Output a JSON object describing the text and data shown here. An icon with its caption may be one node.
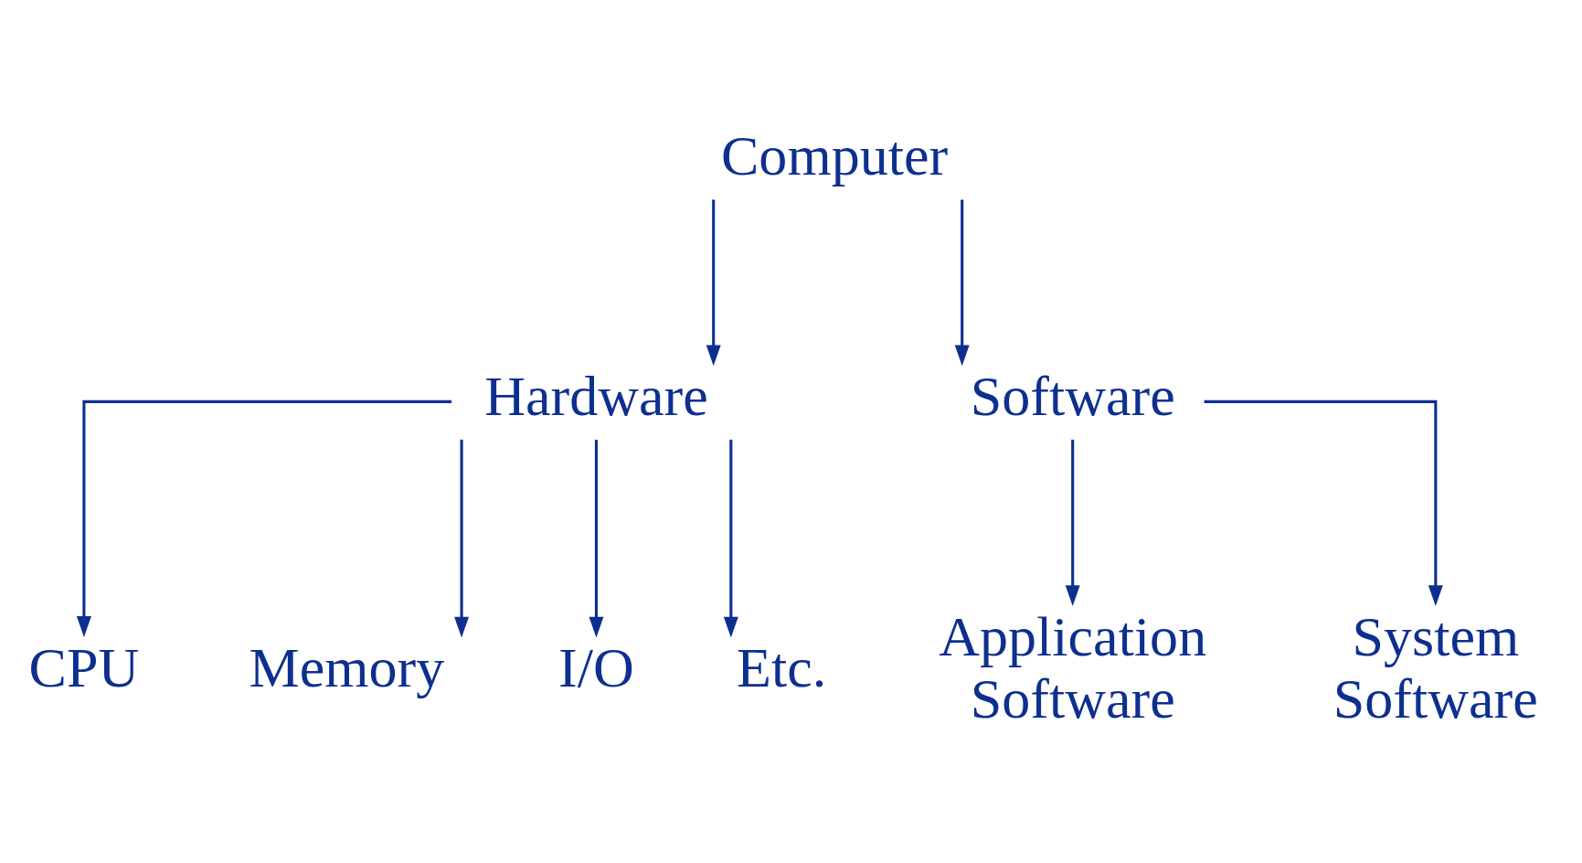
{
  "diagram": {
    "nodes": [
      {
        "text": [
          "Computer"
        ]
      },
      {
        "text": [
          "Hardware"
        ]
      },
      {
        "text": [
          "Software"
        ]
      },
      {
        "text": [
          "CPU"
        ]
      },
      {
        "text": [
          "Memory"
        ]
      },
      {
        "text": [
          "I/O"
        ]
      },
      {
        "text": [
          "Etc."
        ]
      },
      {
        "text": [
          "Application Software"
        ]
      },
      {
        "text": [
          "System Software"
        ]
      }
    ],
    "edges": [
      {
        "from": 0,
        "to": 1,
        "arrow": "to"
      },
      {
        "from": 0,
        "to": 2,
        "arrow": "to"
      },
      {
        "from": 1,
        "to": 3,
        "arrow": "to"
      },
      {
        "from": 1,
        "to": 4,
        "arrow": "to"
      },
      {
        "from": 1,
        "to": 5,
        "arrow": "to"
      },
      {
        "from": 1,
        "to": 6,
        "arrow": "to"
      },
      {
        "from": 2,
        "to": 7,
        "arrow": "to"
      },
      {
        "from": 2,
        "to": 8,
        "arrow": "to"
      }
    ]
  }
}
